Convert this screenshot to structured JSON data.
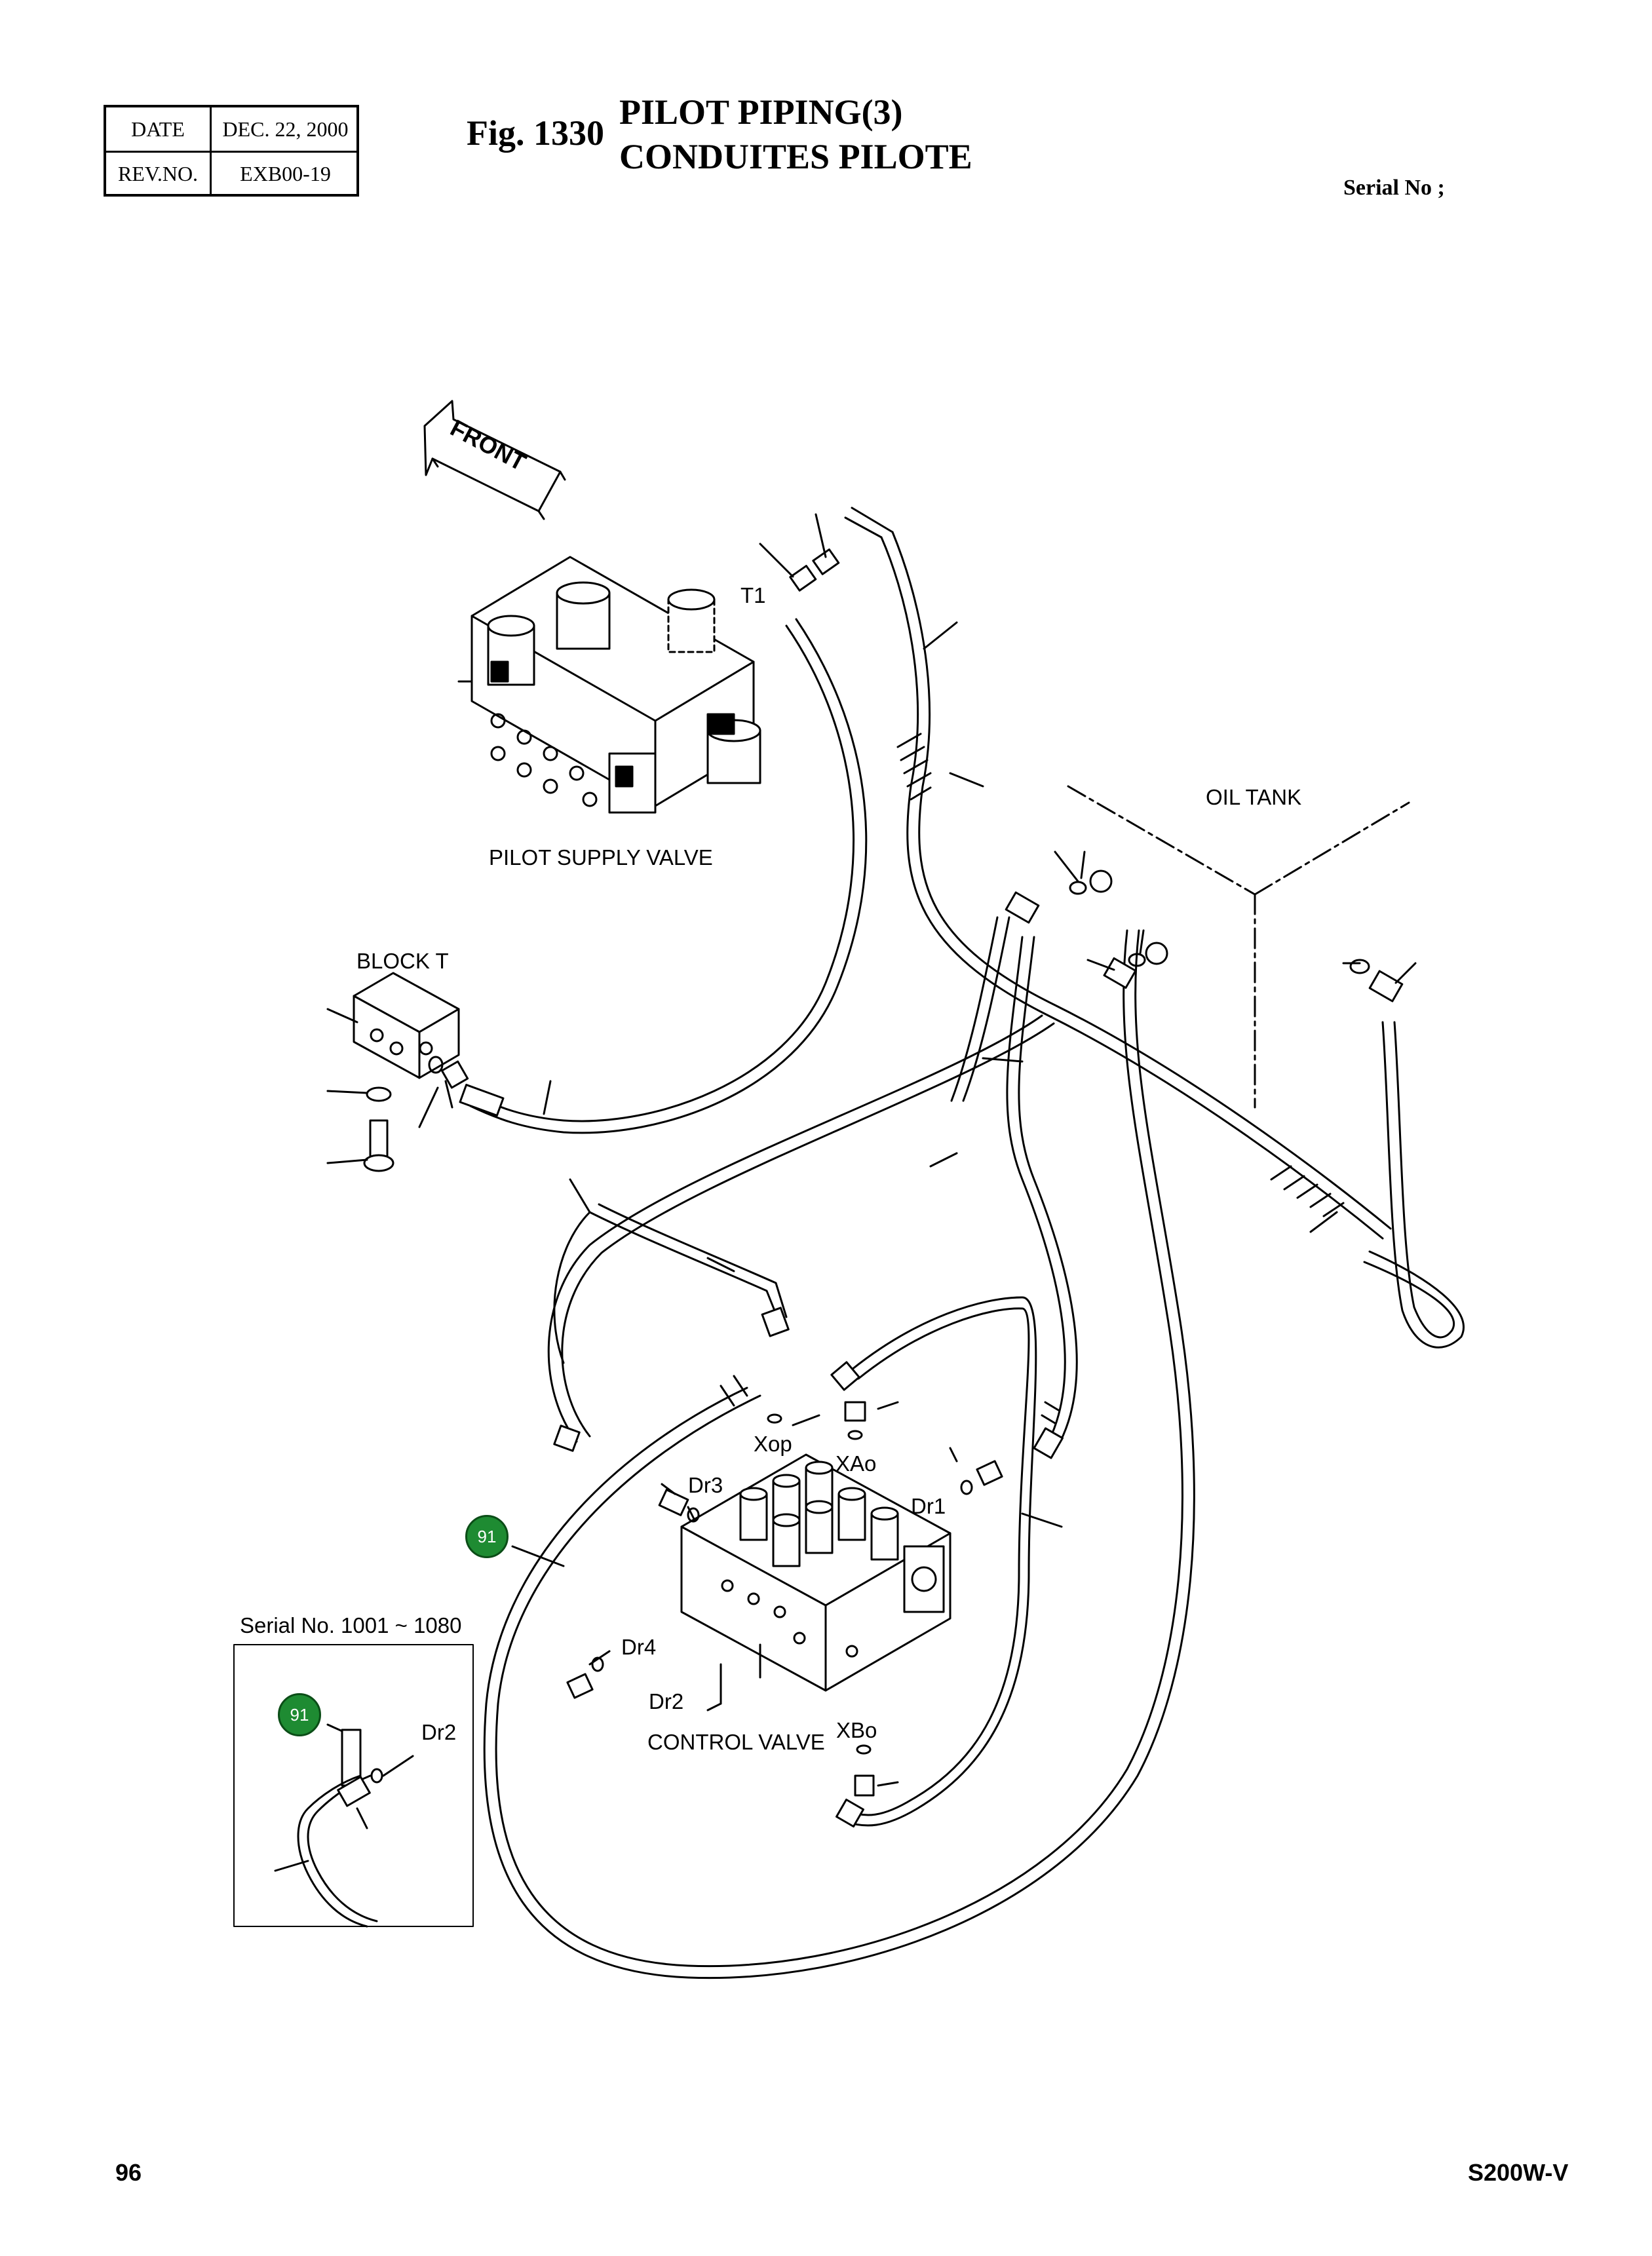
{
  "header": {
    "date_label": "DATE",
    "date_value": "DEC. 22, 2000",
    "rev_label": "REV.NO.",
    "rev_value": "EXB00-19",
    "fig_label": "Fig. 1330",
    "title_en": "PILOT PIPING(3)",
    "title_fr": "CONDUITES PILOTE",
    "serial": "Serial No ;"
  },
  "labels": {
    "front": "FRONT",
    "t1": "T1",
    "pilot_supply_valve": "PILOT SUPPLY VALVE",
    "oil_tank": "OIL TANK",
    "block_t": "BLOCK  T",
    "xop": "Xop",
    "xao": "XAo",
    "dr1": "Dr1",
    "dr3": "Dr3",
    "dr4": "Dr4",
    "dr2": "Dr2",
    "control_valve": "CONTROL VALVE",
    "xbo": "XBo",
    "inset_serial": "Serial No. 1001 ~ 1080",
    "inset_dr2": "Dr2"
  },
  "callouts": {
    "main": "91",
    "inset": "91"
  },
  "footer": {
    "page": "96",
    "model": "S200W-V"
  }
}
